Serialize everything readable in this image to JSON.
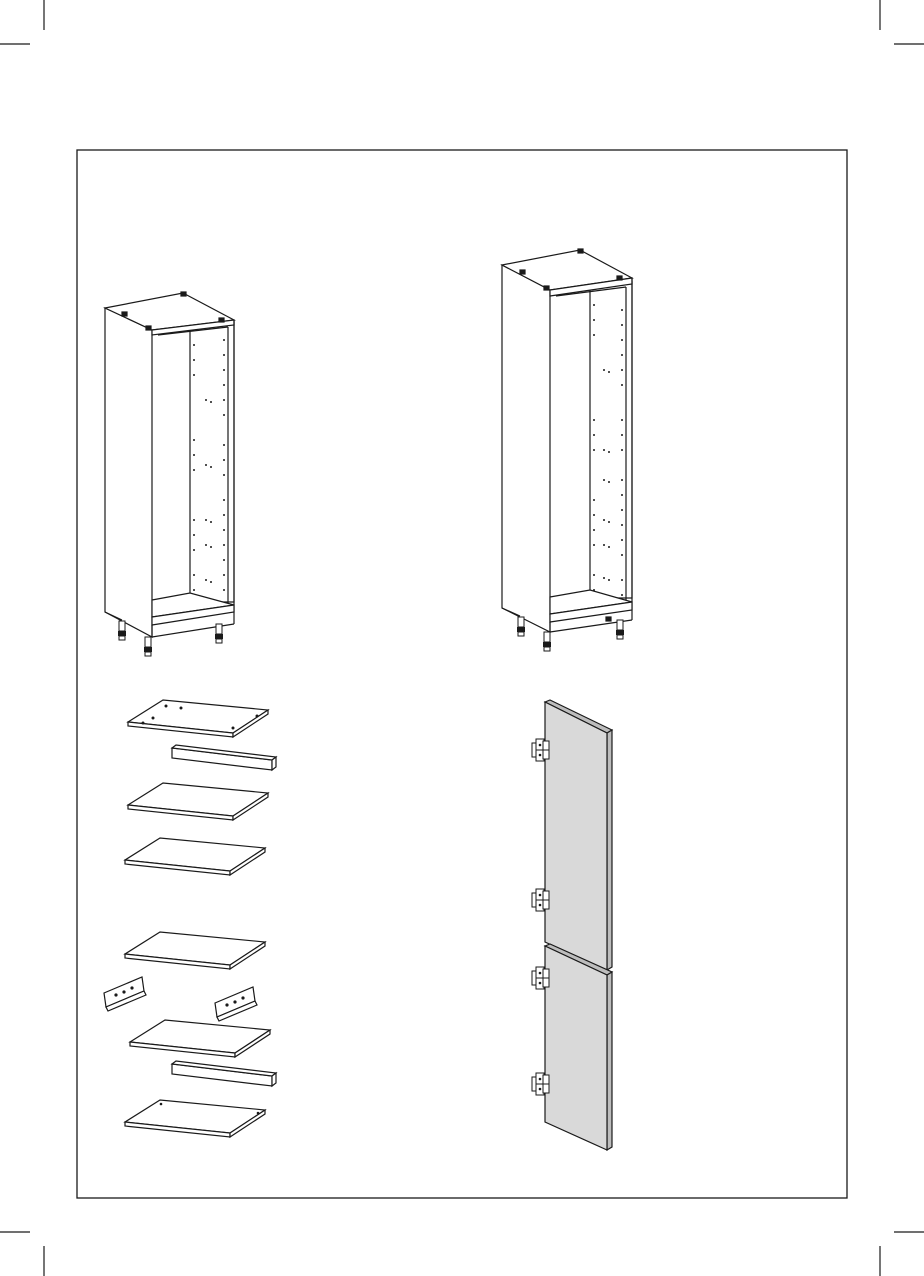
{
  "page": {
    "background": "#ffffff",
    "ink": "#1a1a1a",
    "door_fill": "#d9d9d9",
    "door_edge": "#bdbdbd"
  },
  "illustrations": [
    "cabinet-carcass-short-legs",
    "cabinet-carcass-tall-legs",
    "panel-parts-stack",
    "two-door-set-with-hinges"
  ]
}
